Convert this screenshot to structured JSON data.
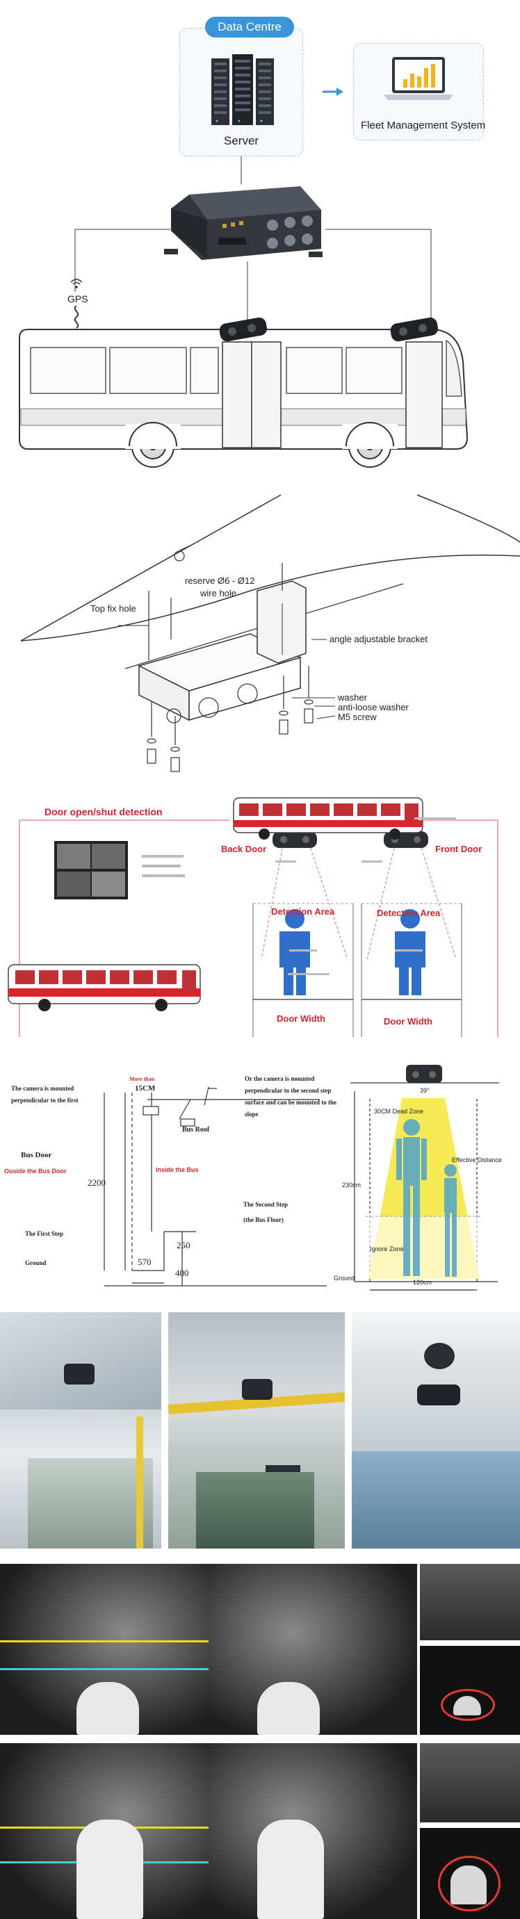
{
  "system_diagram": {
    "data_centre_label": "Data Centre",
    "server_label": "Server",
    "fleet_label": "Fleet Management System",
    "gps_label": "GPS"
  },
  "mount_diagram": {
    "reserve_label": "reserve",
    "hole_size_label": "Ø6 - Ø12",
    "wire_hole_label": "wire hole",
    "top_fix_hole_label": "Top fix hole",
    "bracket_label": "angle adjustable bracket",
    "washer_label": "washer",
    "anti_loose_label": "anti-loose washer",
    "screw_label": "M5 screw"
  },
  "door_diagram": {
    "title": "Door open/shut detection",
    "back_door_label": "Back Door",
    "front_door_label": "Front Door",
    "detection_area_left": "Detection Area",
    "detection_area_right": "Detection Area",
    "door_width_left": "Door Width",
    "door_width_right": "Door Width"
  },
  "install_diagram": {
    "camera_note_1": "The camera is mounted perpendicular to the first",
    "camera_note_2": "Or the camera is mounted perpendicular to the second step surface and can be mounted to the slope",
    "more_than_label": "More than",
    "dim_15cm": "15CM",
    "bus_roof_label": "Bus Roof",
    "bus_door_label": "Bus Door",
    "outside_label": "Ouside the Bus Door",
    "inside_label": "Inside the Bus",
    "dim_2200": "2200",
    "dim_250": "250",
    "dim_400": "400",
    "dim_570": "570",
    "second_step_label": "The Second Step",
    "bus_floor_label": "(the Bus Floor)",
    "first_step_label": "The First Step",
    "ground_label": "Ground",
    "dead_zone_label": "30CM Dead Zone",
    "angle_label": "39°",
    "effective_distance_label": "Effective Distance",
    "ignore_zone_label": "Ignore Zone",
    "height_label": "230cm",
    "ground_label_right": "Ground",
    "width_label": "120cm"
  },
  "colors": {
    "blue_badge": "#3a95d8",
    "red_accent": "#d0262c",
    "yellow_zone": "#f6e63a",
    "person_blue": "#2f6fc9"
  }
}
